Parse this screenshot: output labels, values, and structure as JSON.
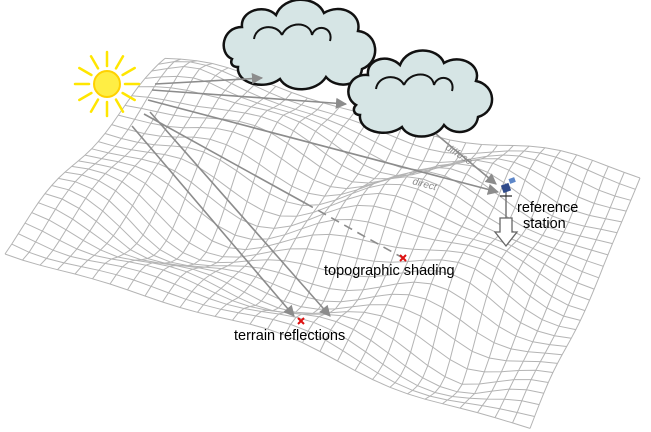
{
  "labels": {
    "reference_station_line1": "reference",
    "reference_station_line2": "station",
    "topographic_shading": "topographic shading",
    "terrain_reflections": "terrain reflections",
    "diffuse": "diffuse",
    "direct": "direct"
  },
  "colors": {
    "sun_fill": "#ffee44",
    "sun_ray": "#ffe600",
    "cloud_fill": "#d6e5e5",
    "cloud_stroke": "#111111",
    "mesh": "#b4b4b4",
    "arrow": "#8c8c8c",
    "marker": "#dd1111"
  },
  "icons": {
    "sun": "sun-icon",
    "cloud": "cloud-icon",
    "station": "weather-station-icon"
  }
}
